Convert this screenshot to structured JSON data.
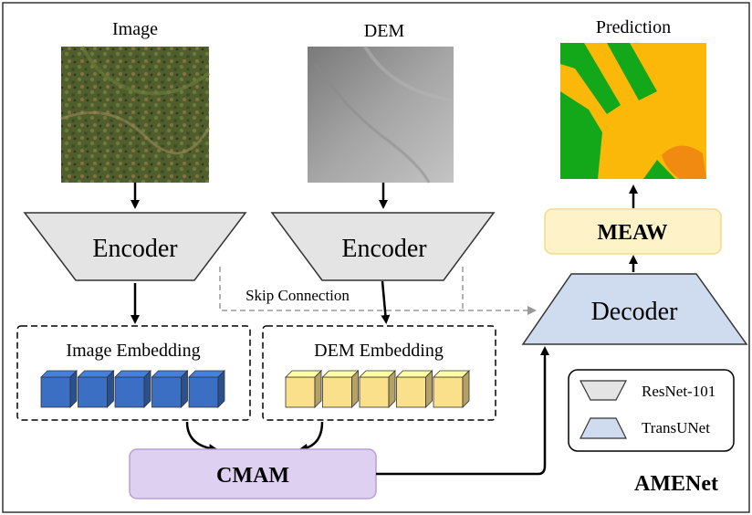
{
  "title": "AMENet",
  "inputs": {
    "image_label": "Image",
    "dem_label": "DEM"
  },
  "output": {
    "prediction_label": "Prediction"
  },
  "modules": {
    "encoder_image": "Encoder",
    "encoder_dem": "Encoder",
    "decoder": "Decoder",
    "meaw": "MEAW",
    "cmam": "CMAM"
  },
  "embeddings": {
    "image": {
      "label": "Image Embedding",
      "cube_count": 5,
      "color": "#3a6fc4"
    },
    "dem": {
      "label": "DEM Embedding",
      "cube_count": 5,
      "color": "#fbe08c"
    }
  },
  "skip_connection_label": "Skip Connection",
  "legend": {
    "resnet": {
      "label": "ResNet-101",
      "color": "#e4e4e4"
    },
    "transunet": {
      "label": "TransUNet",
      "color": "#cfdcf0"
    }
  },
  "colors": {
    "encoder_fill": "#e4e4e4",
    "decoder_fill": "#cfdcf0",
    "meaw_fill": "#fdf2c8",
    "meaw_stroke": "#f3d98a",
    "cmam_fill": "#ded0f0",
    "cmam_stroke": "#b89fd8",
    "prediction_green": "#12a81a",
    "prediction_orange": "#fbb808",
    "prediction_dark_orange": "#f08a10"
  }
}
